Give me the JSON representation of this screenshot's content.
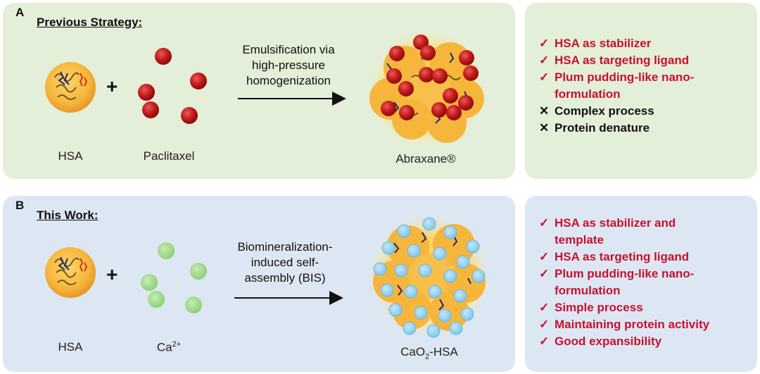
{
  "panel_a": {
    "letter": "A",
    "heading": "Previous Strategy:",
    "reactant1_label": "HSA",
    "reactant2_label": "Paclitaxel",
    "process_lines": [
      "Emulsification via",
      "high-pressure",
      "homogenization"
    ],
    "product_label": "Abraxane®",
    "notes": [
      {
        "kind": "pro",
        "symbol": "✓",
        "text": "HSA as stabilizer"
      },
      {
        "kind": "pro",
        "symbol": "✓",
        "text": "HSA as targeting ligand"
      },
      {
        "kind": "pro",
        "symbol": "✓",
        "text": "Plum pudding-like nano-"
      },
      {
        "kind": "cont",
        "symbol": "",
        "text": "formulation"
      },
      {
        "kind": "con",
        "symbol": "✕",
        "text": "Complex process"
      },
      {
        "kind": "con",
        "symbol": "✕",
        "text": "Protein denature"
      }
    ]
  },
  "panel_b": {
    "letter": "B",
    "heading": "This Work:",
    "reactant1_label": "HSA",
    "reactant2_label": "Ca",
    "reactant2_sup": "2+",
    "process_lines": [
      "Biomineralization-",
      "induced self-",
      "assembly (BIS)"
    ],
    "product_label_pre": "CaO",
    "product_label_sub": "2",
    "product_label_post": "-HSA",
    "notes": [
      {
        "kind": "pro",
        "symbol": "✓",
        "text": "HSA as stabilizer and"
      },
      {
        "kind": "cont",
        "symbol": "",
        "text": "template"
      },
      {
        "kind": "pro",
        "symbol": "✓",
        "text": "HSA as targeting ligand"
      },
      {
        "kind": "pro",
        "symbol": "✓",
        "text": "Plum pudding-like nano-"
      },
      {
        "kind": "cont",
        "symbol": "",
        "text": "formulation"
      },
      {
        "kind": "pro",
        "symbol": "✓",
        "text": "Simple process"
      },
      {
        "kind": "pro",
        "symbol": "✓",
        "text": "Maintaining protein activity"
      },
      {
        "kind": "pro",
        "symbol": "✓",
        "text": "Good expansibility"
      }
    ]
  },
  "plus_sign": "+",
  "colors": {
    "panel_a_bg": "#e3efd8",
    "panel_b_bg": "#dde7f3",
    "pro_text": "#c8102e",
    "drug_red": "#c01818",
    "calcium_green": "#9ed68a",
    "cao2_blue": "#8ecdf0",
    "hsa_orange": "#f6b63c"
  }
}
